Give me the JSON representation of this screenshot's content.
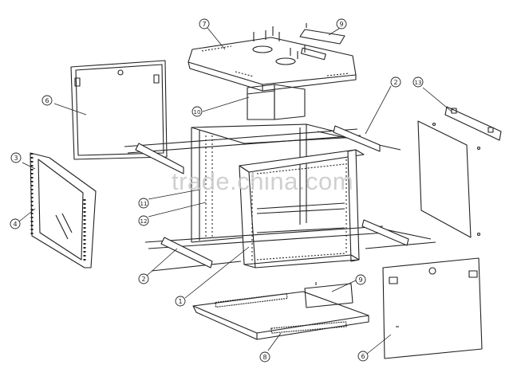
{
  "diagram": {
    "callouts": [
      {
        "id": "c1",
        "label": "1"
      },
      {
        "id": "c2a",
        "label": "2"
      },
      {
        "id": "c2b",
        "label": "2"
      },
      {
        "id": "c3",
        "label": "3"
      },
      {
        "id": "c4",
        "label": "4"
      },
      {
        "id": "c6a",
        "label": "6"
      },
      {
        "id": "c6b",
        "label": "6"
      },
      {
        "id": "c7",
        "label": "7"
      },
      {
        "id": "c8",
        "label": "8"
      },
      {
        "id": "c9a",
        "label": "9"
      },
      {
        "id": "c9b",
        "label": "9"
      },
      {
        "id": "c10",
        "label": "10"
      },
      {
        "id": "c11",
        "label": "11"
      },
      {
        "id": "c12",
        "label": "12"
      },
      {
        "id": "c13",
        "label": "13"
      }
    ]
  },
  "watermark": {
    "text": "trade.china.com",
    "color": "#c8c8c8"
  },
  "colors": {
    "line": "#222222",
    "paper": "#ffffff",
    "hatch": "#444444"
  }
}
